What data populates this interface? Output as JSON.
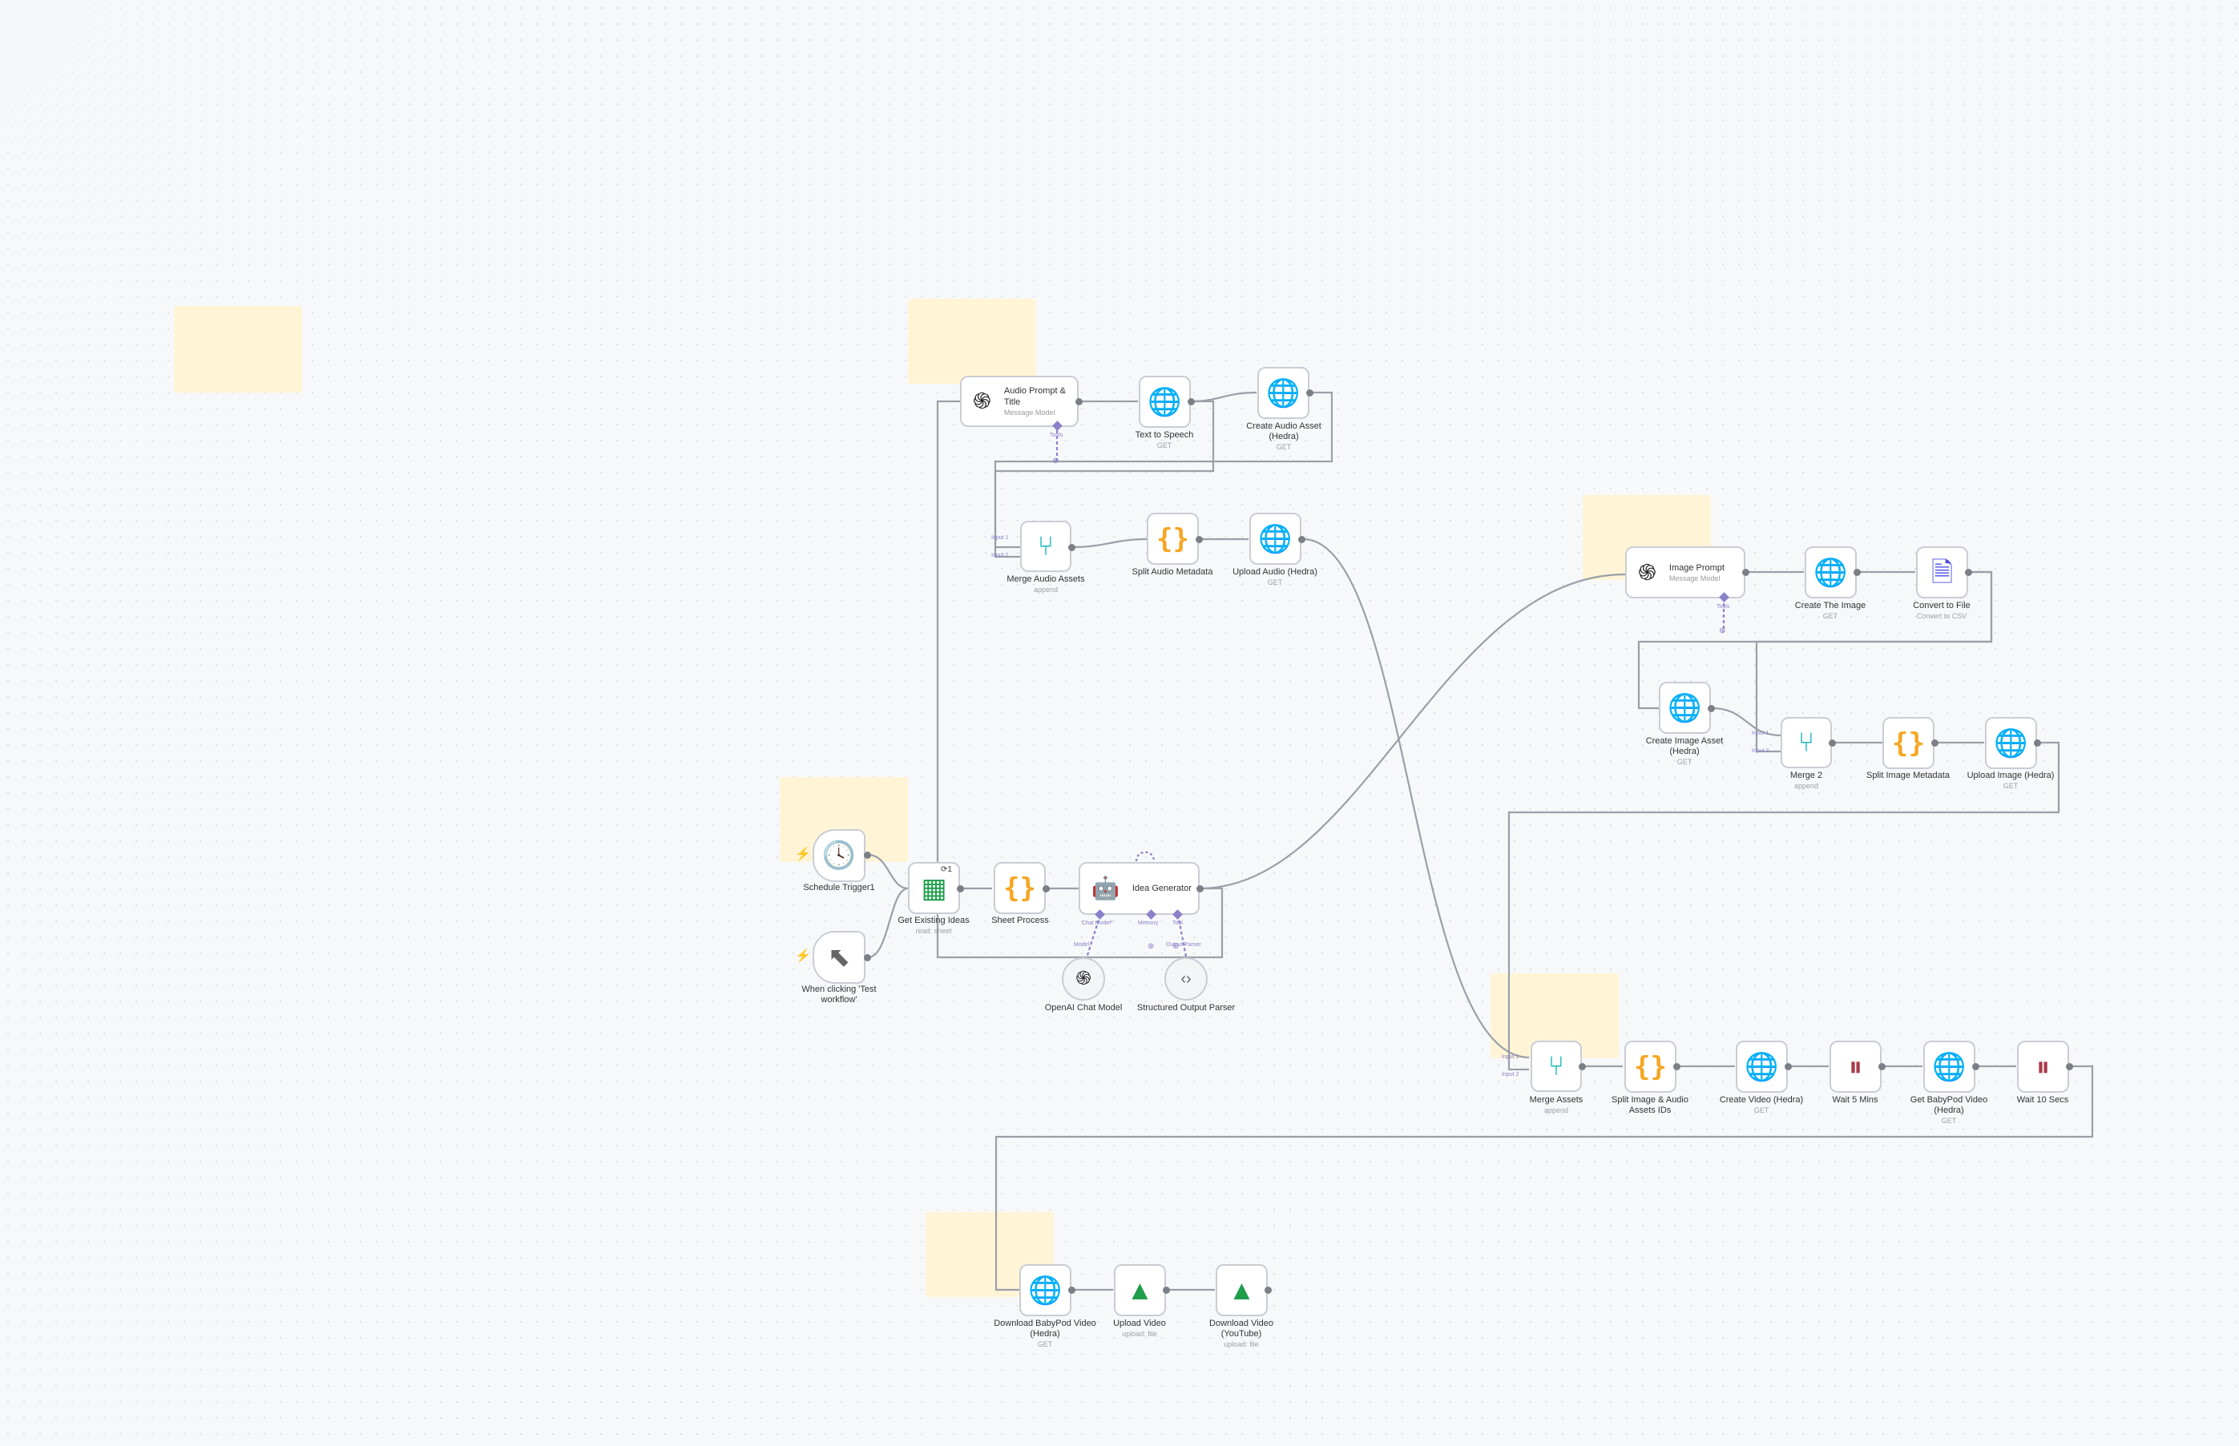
{
  "canvas": {
    "background": "#f7f8fa",
    "sticky_color": "#fff5d6",
    "connection_color": "#9aa0a8",
    "port_color": "#7b7f86",
    "ai_port_color": "#8a82c8"
  },
  "nodes": {
    "schedule": {
      "label": "Schedule Trigger1",
      "icon": "clock-icon"
    },
    "manual": {
      "label": "When clicking 'Test workflow'",
      "icon": "cursor-icon"
    },
    "get_ideas": {
      "label": "Get Existing Ideas",
      "sub": "read: sheet",
      "badge": "1",
      "icon": "sheets-icon"
    },
    "sheet_process": {
      "label": "Sheet Process",
      "icon": "curly-braces-icon"
    },
    "idea_gen": {
      "title": "Idea Generator",
      "icon": "robot-icon",
      "ports": [
        "Chat Model*",
        "Memory",
        "Tool"
      ]
    },
    "openai_chat": {
      "label": "OpenAI Chat Model",
      "icon": "openai-icon",
      "port": "Model"
    },
    "output_parser": {
      "label": "Structured Output Parser",
      "icon": "code-icon",
      "port": "Output Parser"
    },
    "audio_prompt": {
      "title": "Audio Prompt & Title",
      "sub": "Message Model",
      "icon": "openai-icon",
      "port": "Tools"
    },
    "tts": {
      "label": "Text to Speech",
      "sub": "GET",
      "icon": "globe-icon"
    },
    "create_audio": {
      "label": "Create Audio Asset (Hedra)",
      "sub": "GET",
      "icon": "globe-icon"
    },
    "merge_audio": {
      "label": "Merge Audio Assets",
      "sub": "append",
      "icon": "merge-icon",
      "ports": [
        "Input 1",
        "Input 2"
      ]
    },
    "split_audio": {
      "label": "Split Audio Metadata",
      "icon": "curly-braces-icon"
    },
    "upload_audio": {
      "label": "Upload Audio (Hedra)",
      "sub": "GET",
      "icon": "globe-icon"
    },
    "image_prompt": {
      "title": "Image Prompt",
      "sub": "Message Model",
      "icon": "openai-icon",
      "port": "Tools"
    },
    "create_image": {
      "label": "Create The Image",
      "sub": "GET",
      "icon": "globe-icon"
    },
    "convert_file": {
      "label": "Convert to File",
      "sub": "Convert to CSV",
      "icon": "file-icon"
    },
    "create_image_asset": {
      "label": "Create Image Asset (Hedra)",
      "sub": "GET",
      "icon": "globe-icon"
    },
    "merge2": {
      "label": "Merge 2",
      "sub": "append",
      "icon": "merge-icon",
      "ports": [
        "Input 1",
        "Input 2"
      ]
    },
    "split_image": {
      "label": "Split Image Metadata",
      "icon": "curly-braces-icon"
    },
    "upload_image": {
      "label": "Upload Image (Hedra)",
      "sub": "GET",
      "icon": "globe-icon"
    },
    "merge_assets": {
      "label": "Merge Assets",
      "sub": "append",
      "icon": "merge-icon",
      "ports": [
        "Input 1",
        "Input 2"
      ]
    },
    "split_ids": {
      "label": "Split Image & Audio Assets IDs",
      "icon": "curly-braces-icon"
    },
    "create_video": {
      "label": "Create Video (Hedra)",
      "sub": "GET",
      "icon": "globe-icon"
    },
    "wait5": {
      "label": "Wait 5 Mins",
      "icon": "pause-icon"
    },
    "get_video": {
      "label": "Get BabyPod Video (Hedra)",
      "sub": "GET",
      "icon": "globe-icon"
    },
    "wait10": {
      "label": "Wait 10 Secs",
      "icon": "pause-icon"
    },
    "download_video": {
      "label": "Download BabyPod Video (Hedra)",
      "sub": "GET",
      "icon": "globe-icon"
    },
    "upload_video": {
      "label": "Upload Video",
      "sub": "upload: file",
      "icon": "google-drive-icon"
    },
    "download_yt": {
      "label": "Download Video (YouTube)",
      "sub": "upload: file",
      "icon": "google-drive-icon"
    }
  }
}
